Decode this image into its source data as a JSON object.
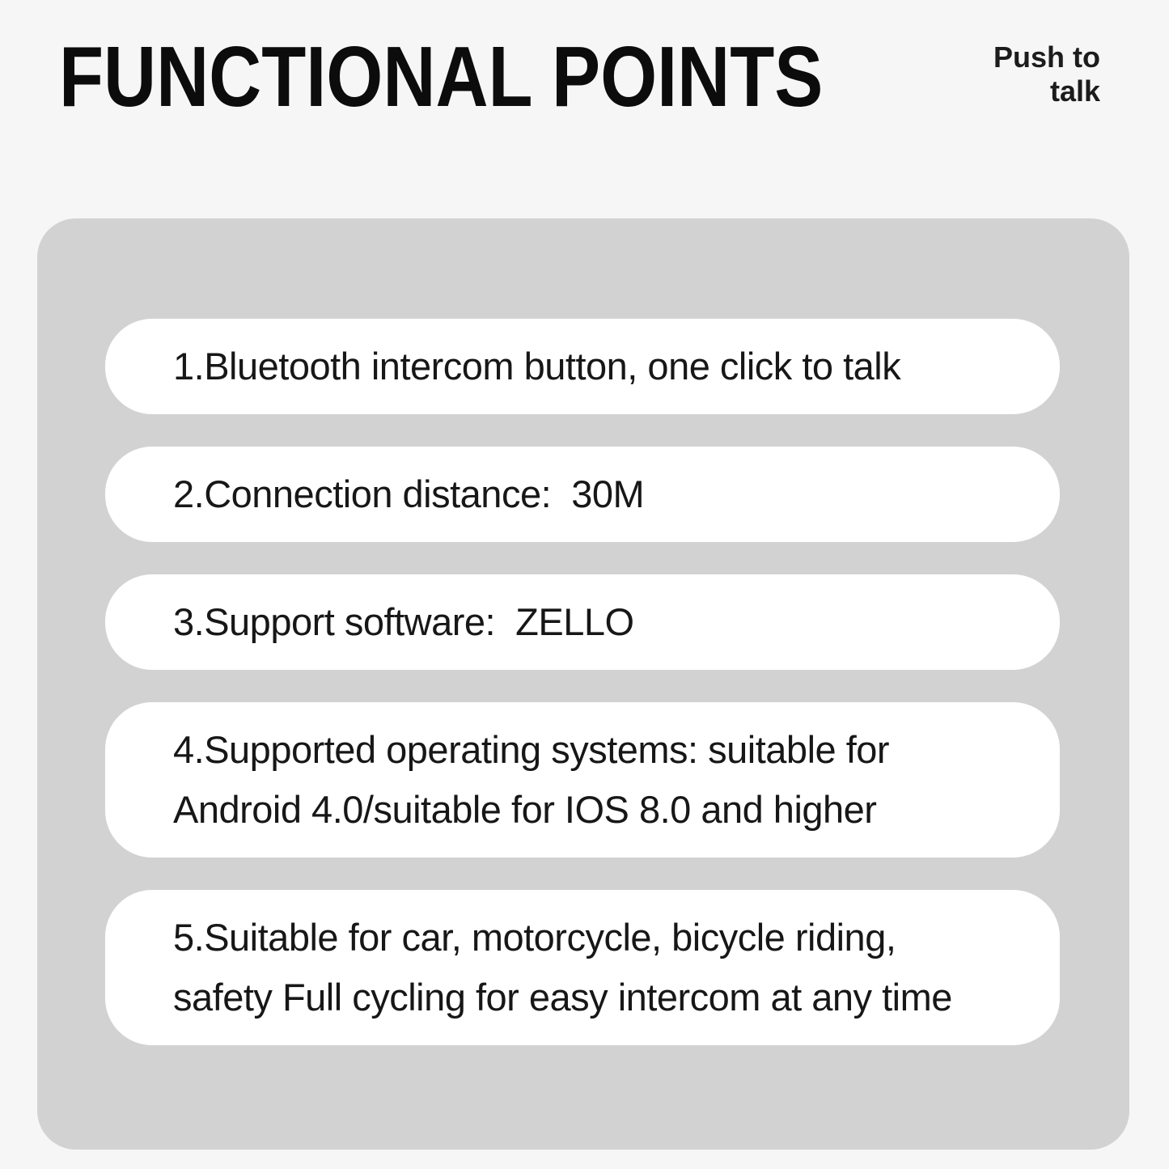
{
  "header": {
    "title": "FUNCTIONAL POINTS",
    "corner_note": {
      "line1": "Push to",
      "line2": "talk"
    }
  },
  "colors": {
    "page_bg": "#f6f6f6",
    "panel_bg": "#d2d2d2",
    "pill_bg": "#ffffff",
    "text": "#161616"
  },
  "features": [
    "1.Bluetooth intercom button, one click to talk",
    "2.Connection distance:  30M",
    "3.Support software:  ZELLO",
    "4.Supported operating systems: suitable for\nAndroid 4.0/suitable for IOS 8.0 and higher",
    "5.Suitable for car, motorcycle, bicycle riding,\nsafety Full cycling for easy intercom at any time"
  ]
}
